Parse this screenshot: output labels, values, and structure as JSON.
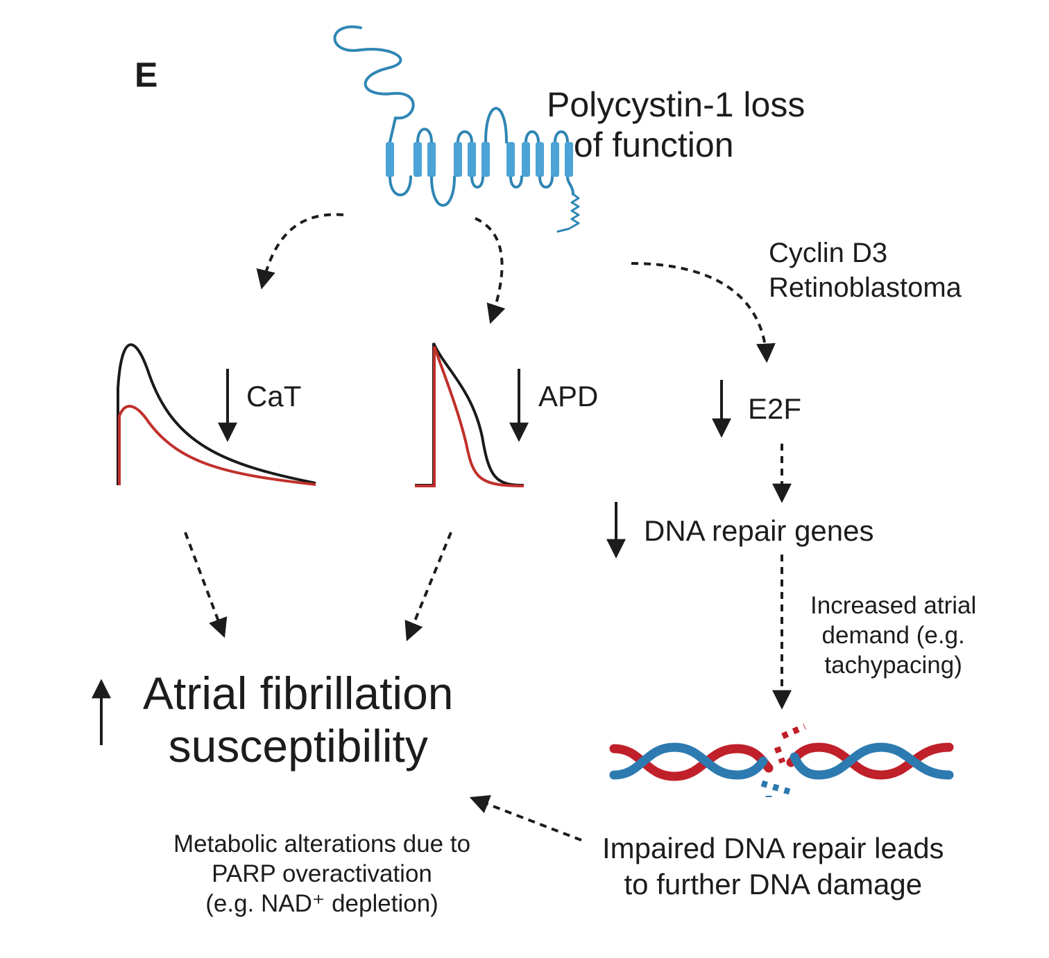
{
  "panel_letter": "E",
  "protein": {
    "icon": "polycystin-1-icon",
    "title_line1": "Polycystin-1 loss",
    "title_line2": "of function",
    "color": "#2f86b4"
  },
  "cyclin": {
    "line1": "Cyclin D3",
    "line2": "Retinoblastoma"
  },
  "traces": {
    "cat_label": "CaT",
    "apd_label": "APD",
    "control_color": "#1a1a1a",
    "disease_color": "#c0302b"
  },
  "e2f_label": "E2F",
  "dna_repair_label": "DNA repair genes",
  "demand": {
    "line1": "Increased atrial",
    "line2": "demand (e.g.",
    "line3": "tachypacing)"
  },
  "af": {
    "line1": "Atrial fibrillation",
    "line2": "susceptibility"
  },
  "metabolic": {
    "line1": "Metabolic alterations due to",
    "line2": "PARP overactivation",
    "line3": "(e.g. NAD⁺ depletion)"
  },
  "impaired": {
    "line1": "Impaired DNA repair leads",
    "line2": "to further DNA damage"
  },
  "dna_icon": "dna-double-helix-broken-icon",
  "helix_colors": {
    "strand_a": "#c0202a",
    "strand_b": "#2d7ab0"
  }
}
